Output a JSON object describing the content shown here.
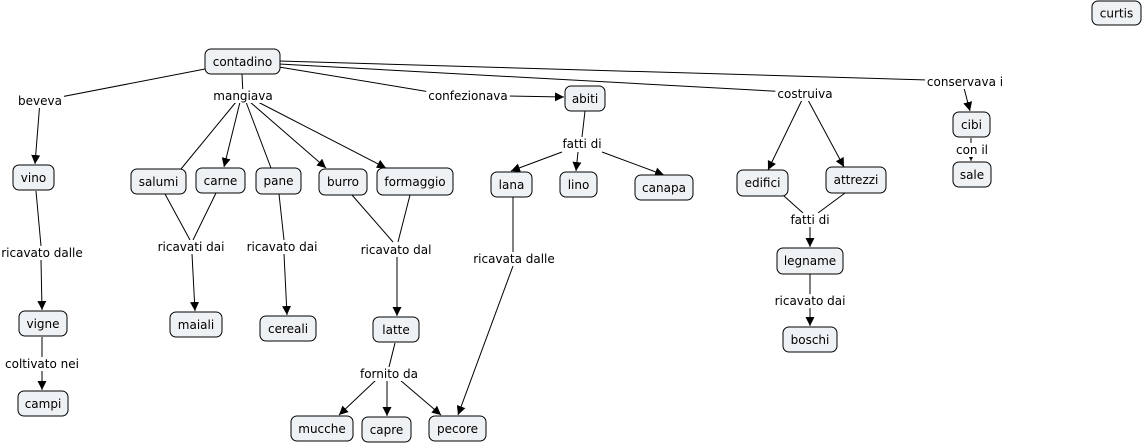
{
  "concepts": {
    "curtis": "curtis",
    "contadino": "contadino",
    "vino": "vino",
    "vigne": "vigne",
    "campi": "campi",
    "salumi": "salumi",
    "carne": "carne",
    "maiali": "maiali",
    "pane": "pane",
    "cereali": "cereali",
    "burro": "burro",
    "formaggio": "formaggio",
    "latte": "latte",
    "mucche": "mucche",
    "capre": "capre",
    "pecore": "pecore",
    "abiti": "abiti",
    "lana": "lana",
    "lino": "lino",
    "canapa": "canapa",
    "edifici": "edifici",
    "attrezzi": "attrezzi",
    "legname": "legname",
    "boschi": "boschi",
    "cibi": "cibi",
    "sale": "sale"
  },
  "links": {
    "beveva": "beveva",
    "mangiava": "mangiava",
    "confezionava": "confezionava",
    "costruiva": "costruiva",
    "conservava_i": "conservava i",
    "ricavato_dalle": "ricavato dalle",
    "coltivato_nei": "coltivato nei",
    "ricavati_dai": "ricavati dai",
    "ricavato_dai_pane": "ricavato dai",
    "ricavato_dal": "ricavato dal",
    "fornito_da": "fornito da",
    "fatti_di_abiti": "fatti di",
    "ricavata_dalle": "ricavata dalle",
    "fatti_di_edifici": "fatti di",
    "ricavato_dai_legname": "ricavato dai",
    "con_il": "con il"
  }
}
